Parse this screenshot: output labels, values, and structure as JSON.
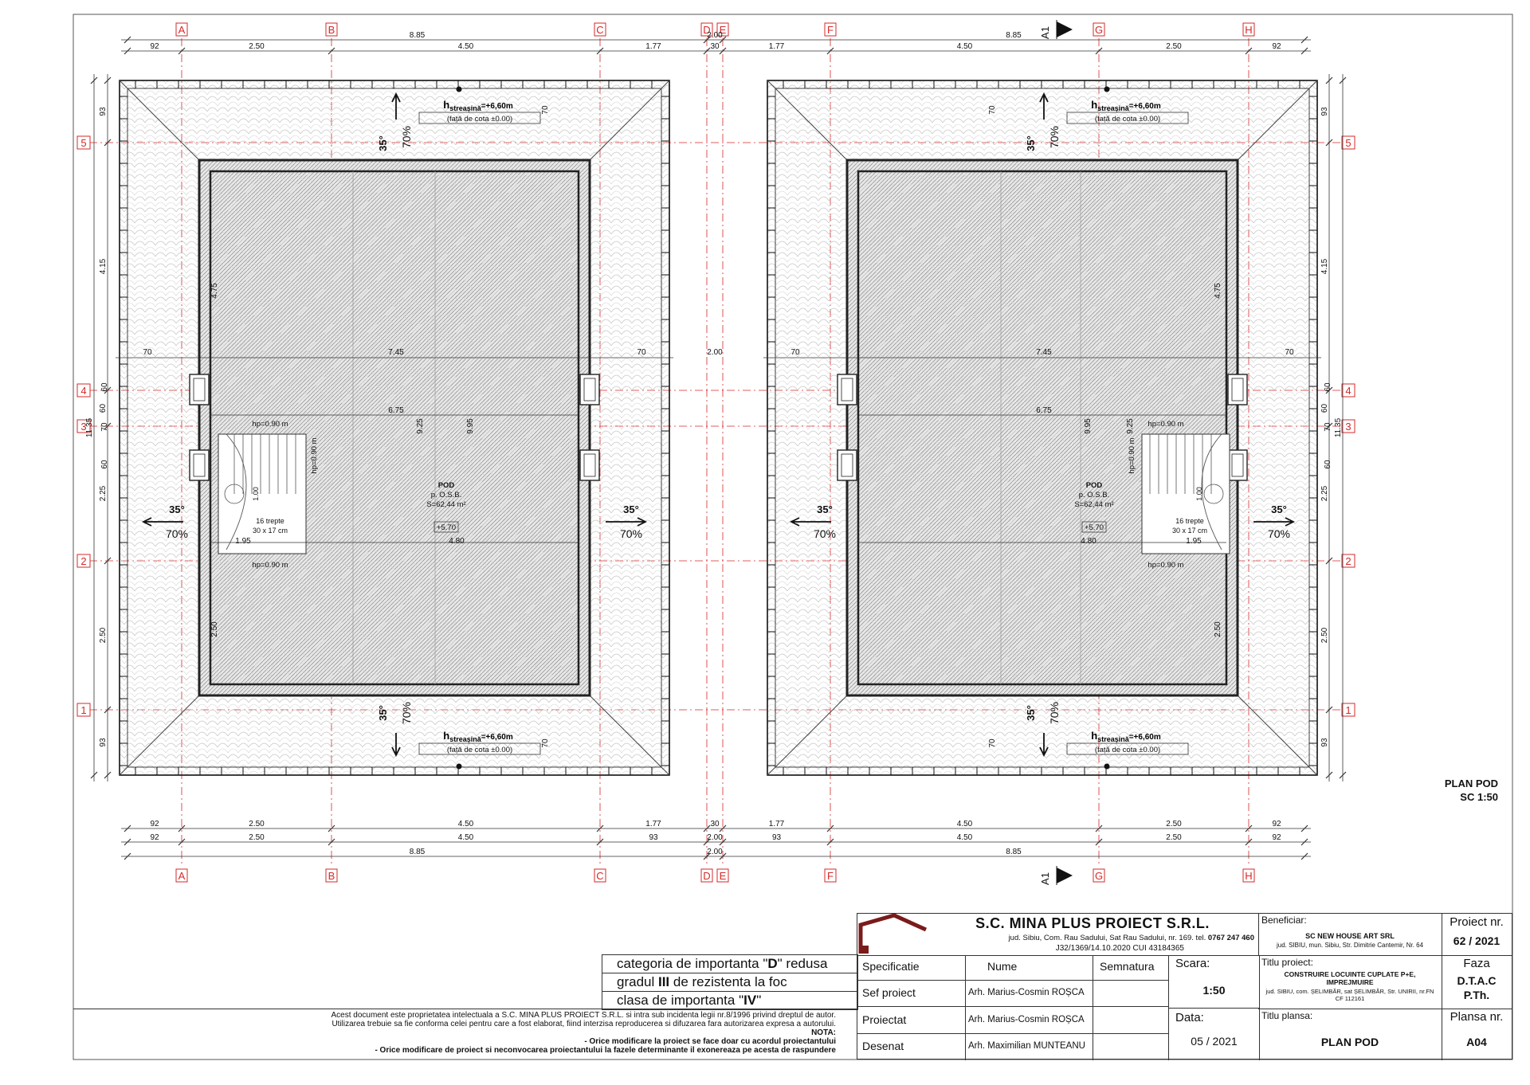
{
  "grid_columns": [
    "A",
    "B",
    "C",
    "D",
    "E",
    "F",
    "G",
    "H"
  ],
  "grid_rows": [
    "5",
    "4",
    "3",
    "2",
    "1"
  ],
  "section_marker": "A1",
  "dims_top": {
    "total_left": "8.85",
    "total_right": "8.85",
    "gap_total": "2.00",
    "gap_inner": "30",
    "left": [
      "92",
      "2.50",
      "4.50",
      "1.77"
    ],
    "right": [
      "1.77",
      "4.50",
      "2.50",
      "92"
    ]
  },
  "dims_bottom": {
    "row1_left": [
      "92",
      "2.50",
      "4.50",
      "1.77"
    ],
    "row1_gap": "30",
    "row1_right": [
      "1.77",
      "4.50",
      "2.50",
      "92"
    ],
    "row2_left": [
      "92",
      "2.50",
      "4.50",
      "93"
    ],
    "row2_gap": "2.00",
    "row2_right": [
      "93",
      "4.50",
      "2.50",
      "92"
    ],
    "row3_left": "8.85",
    "row3_gap": "2.00",
    "row3_right": "8.85"
  },
  "dims_side": {
    "total": "11.35",
    "segments": [
      "93",
      "4.15",
      "60",
      "2.25",
      "2.50",
      "93"
    ],
    "inner": [
      "70",
      "4.75",
      "60",
      "70",
      "60",
      "2.50",
      "70"
    ]
  },
  "plan": {
    "eave_label_main": "h",
    "eave_label_sub": "streașină",
    "eave_label_value": "=+6,60m",
    "eave_note": "(față de cota ±0.00)",
    "slope_angle": "35°",
    "slope_percent": "70%",
    "width_outer": "7.45",
    "width_inner": "6.75",
    "width_gap": "2.00",
    "overhang": "70",
    "depth_a": "9.95",
    "depth_b": "9.25",
    "room_name": "POD",
    "room_floor": "p. O.S.B.",
    "room_area": "S=62,44 m²",
    "level": "+5.70",
    "hp_label": "hp=0.90 m",
    "stairs_count": "16 trepte",
    "stairs_size": "30 x 17 cm",
    "stair_dim_a": "1.95",
    "stair_dim_b": "4.80",
    "stair_dim_c": "1.00"
  },
  "sheet_title": "PLAN POD",
  "sheet_scale": "SC 1:50",
  "fire": {
    "line1_pre": "categoria de importanta \"",
    "line1_bold": "D",
    "line1_post": "\" redusa",
    "line2_pre": "gradul ",
    "line2_bold": "III",
    "line2_post": " de rezistenta la foc",
    "line3_pre": "clasa de importanta \"",
    "line3_bold": "IV",
    "line3_post": "\""
  },
  "legal": {
    "line1": "Acest document este proprietatea intelectuala a S.C. MINA PLUS PROIECT S.R.L. si intra sub incidenta legii nr.8/1996 privind dreptul de autor.",
    "line2": "Utilizarea trebuie sa fie conforma celei pentru care a fost elaborat, fiind interzisa reproducerea si difuzarea fara autorizarea expresa a autorului.",
    "line3": "NOTA:",
    "line4": "- Orice modificare la proiect se face doar cu acordul proiectantului",
    "line5": "- Orice modificare de proiect si neconvocarea proiectantului la fazele determinante il exonereaza pe acesta de raspundere"
  },
  "company": {
    "name": "S.C.  MINA PLUS  PROIECT S.R.L.",
    "address": "jud. Sibiu, Com. Rau Sadului, Sat Rau Sadului, nr. 169. tel. ",
    "phone": "0767 247 460",
    "reg": "J32/1369/14.10.2020     CUI 43184365"
  },
  "table": {
    "col_spec": "Specificatie",
    "col_name": "Nume",
    "col_sign": "Semnatura",
    "rows": [
      {
        "role": "Sef proiect",
        "name": "Arh. Marius-Cosmin ROȘCA"
      },
      {
        "role": "Proiectat",
        "name": "Arh. Marius-Cosmin ROȘCA"
      },
      {
        "role": "Desenat",
        "name": "Arh. Maximilian MUNTEANU"
      }
    ],
    "scale_label": "Scara:",
    "scale_value": "1:50",
    "date_label": "Data:",
    "date_value": "05 / 2021",
    "beneficiary_label": "Beneficiar:",
    "beneficiary_name": "SC NEW HOUSE ART SRL",
    "beneficiary_address": "jud. SIBIU, mun. Sibiu, Str. Dimitrie Cantemir, Nr. 64",
    "project_title_label": "Titlu proiect:",
    "project_title_1": "CONSTRUIRE LOCUINTE CUPLATE P+E,",
    "project_title_2": "IMPREJMUIRE",
    "project_address_1": "jud. SIBIU, com. ȘELIMBĂR, sat ȘELIMBĂR, Str. UNIRII, nr.FN",
    "project_address_2": "CF 112161",
    "sheet_title_label": "Titlu plansa:",
    "sheet_title_value": "PLAN POD",
    "project_no_label": "Proiect nr.",
    "project_no_value": "62 / 2021",
    "phase_label": "Faza",
    "phase_value_1": "D.T.A.C",
    "phase_value_2": "P.Th.",
    "sheet_no_label": "Plansa nr.",
    "sheet_no_value": "A04"
  },
  "colors": {
    "grid": "#d62828",
    "line": "#111111",
    "wall": "#222222",
    "tile": "#b8b8b8",
    "logo": "#7a1b1b"
  }
}
